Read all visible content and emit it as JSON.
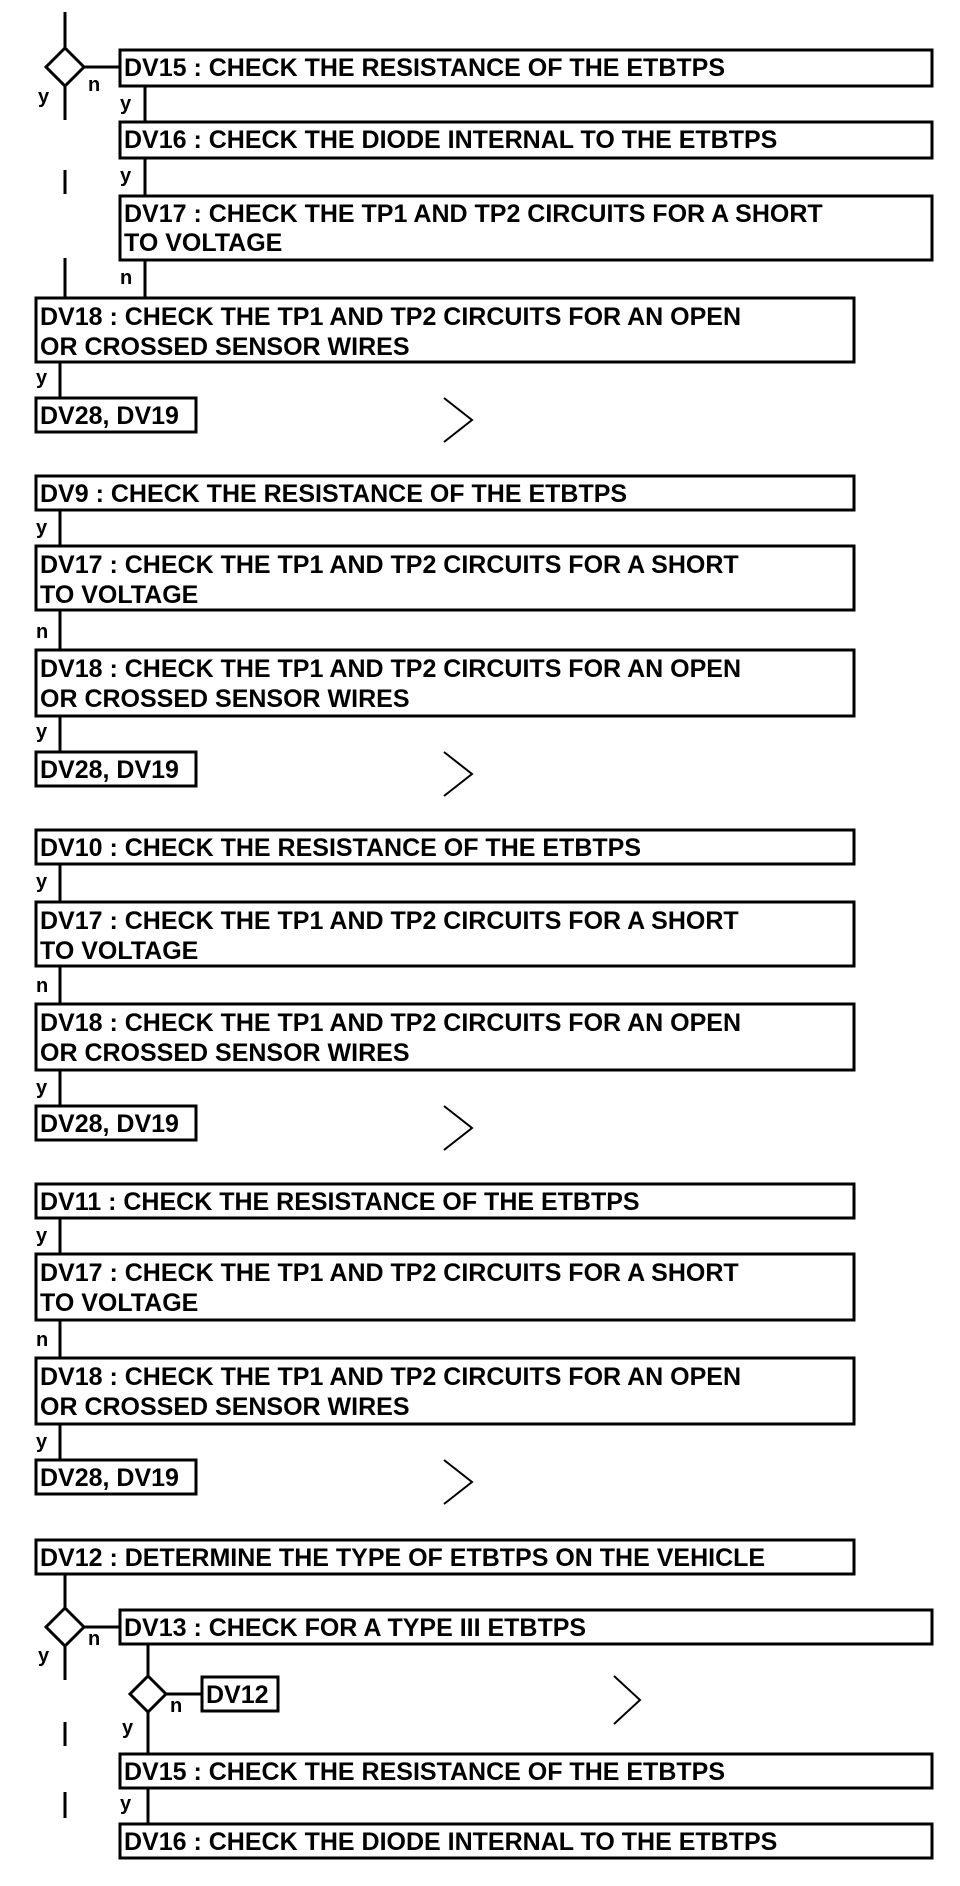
{
  "flowchart": {
    "block1": {
      "dv15": "DV15 : CHECK THE RESISTANCE OF THE ETBTPS",
      "dv16": "DV16 : CHECK THE DIODE INTERNAL TO THE ETBTPS",
      "dv17_l1": "DV17 : CHECK THE TP1 AND TP2 CIRCUITS FOR A SHORT",
      "dv17_l2": "TO VOLTAGE",
      "dv18_l1": "DV18 : CHECK THE TP1 AND TP2 CIRCUITS FOR AN OPEN",
      "dv18_l2": "OR CROSSED SENSOR WIRES",
      "end": "DV28, DV19"
    },
    "block2": {
      "dv9": "DV9 : CHECK THE RESISTANCE OF THE ETBTPS",
      "dv17_l1": "DV17 : CHECK THE TP1 AND TP2 CIRCUITS FOR A SHORT",
      "dv17_l2": "TO VOLTAGE",
      "dv18_l1": "DV18 : CHECK THE TP1 AND TP2 CIRCUITS FOR AN OPEN",
      "dv18_l2": "OR CROSSED SENSOR WIRES",
      "end": "DV28, DV19"
    },
    "block3": {
      "dv10": "DV10 : CHECK THE RESISTANCE OF THE ETBTPS",
      "dv17_l1": "DV17 : CHECK THE TP1 AND TP2 CIRCUITS FOR A SHORT",
      "dv17_l2": "TO VOLTAGE",
      "dv18_l1": "DV18 : CHECK THE TP1 AND TP2 CIRCUITS FOR AN OPEN",
      "dv18_l2": "OR CROSSED SENSOR WIRES",
      "end": "DV28, DV19"
    },
    "block4": {
      "dv11": "DV11 : CHECK THE RESISTANCE OF THE ETBTPS",
      "dv17_l1": "DV17 : CHECK THE TP1 AND TP2 CIRCUITS FOR A SHORT",
      "dv17_l2": "TO VOLTAGE",
      "dv18_l1": "DV18 : CHECK THE TP1 AND TP2 CIRCUITS FOR AN OPEN",
      "dv18_l2": "OR CROSSED SENSOR WIRES",
      "end": "DV28, DV19"
    },
    "block5": {
      "dv12": "DV12 : DETERMINE THE TYPE OF ETBTPS ON THE VEHICLE",
      "dv13": "DV13 : CHECK FOR A TYPE III ETBTPS",
      "dv12_ref": "DV12",
      "dv15": "DV15 : CHECK THE RESISTANCE OF THE ETBTPS",
      "dv16": "DV16 : CHECK THE DIODE INTERNAL TO THE ETBTPS"
    },
    "labels": {
      "yes": "y",
      "no": "n"
    }
  }
}
